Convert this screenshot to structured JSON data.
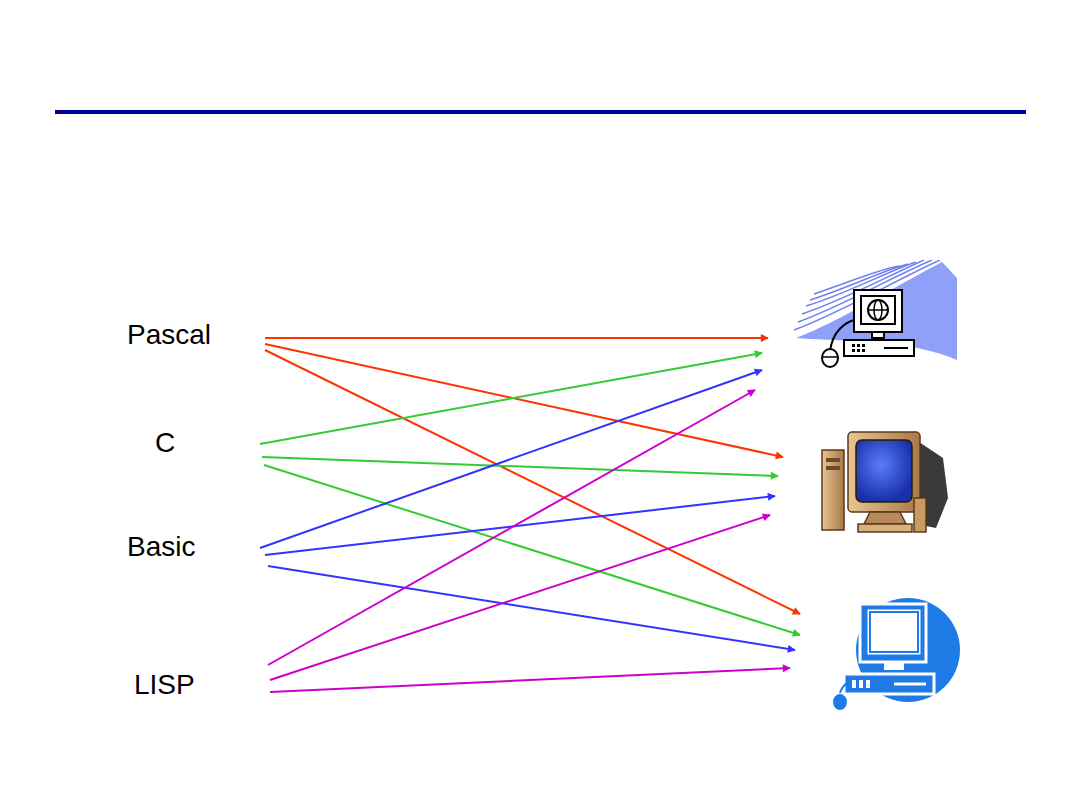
{
  "diagram": {
    "nodes": [
      {
        "text": [
          "Pascal"
        ]
      },
      {
        "text": [
          "C"
        ]
      },
      {
        "text": [
          "Basic"
        ]
      },
      {
        "text": [
          "LISP"
        ]
      },
      {
        "text": []
      },
      {
        "text": []
      },
      {
        "text": []
      }
    ],
    "edges": [
      {
        "from": 0,
        "to": 4,
        "arrow": "to"
      },
      {
        "from": 0,
        "to": 5,
        "arrow": "to"
      },
      {
        "from": 0,
        "to": 6,
        "arrow": "to"
      },
      {
        "from": 1,
        "to": 4,
        "arrow": "to"
      },
      {
        "from": 1,
        "to": 5,
        "arrow": "to"
      },
      {
        "from": 1,
        "to": 6,
        "arrow": "to"
      },
      {
        "from": 2,
        "to": 4,
        "arrow": "to"
      },
      {
        "from": 2,
        "to": 5,
        "arrow": "to"
      },
      {
        "from": 2,
        "to": 6,
        "arrow": "to"
      },
      {
        "from": 3,
        "to": 4,
        "arrow": "to"
      },
      {
        "from": 3,
        "to": 5,
        "arrow": "to"
      },
      {
        "from": 3,
        "to": 6,
        "arrow": "to"
      }
    ]
  }
}
